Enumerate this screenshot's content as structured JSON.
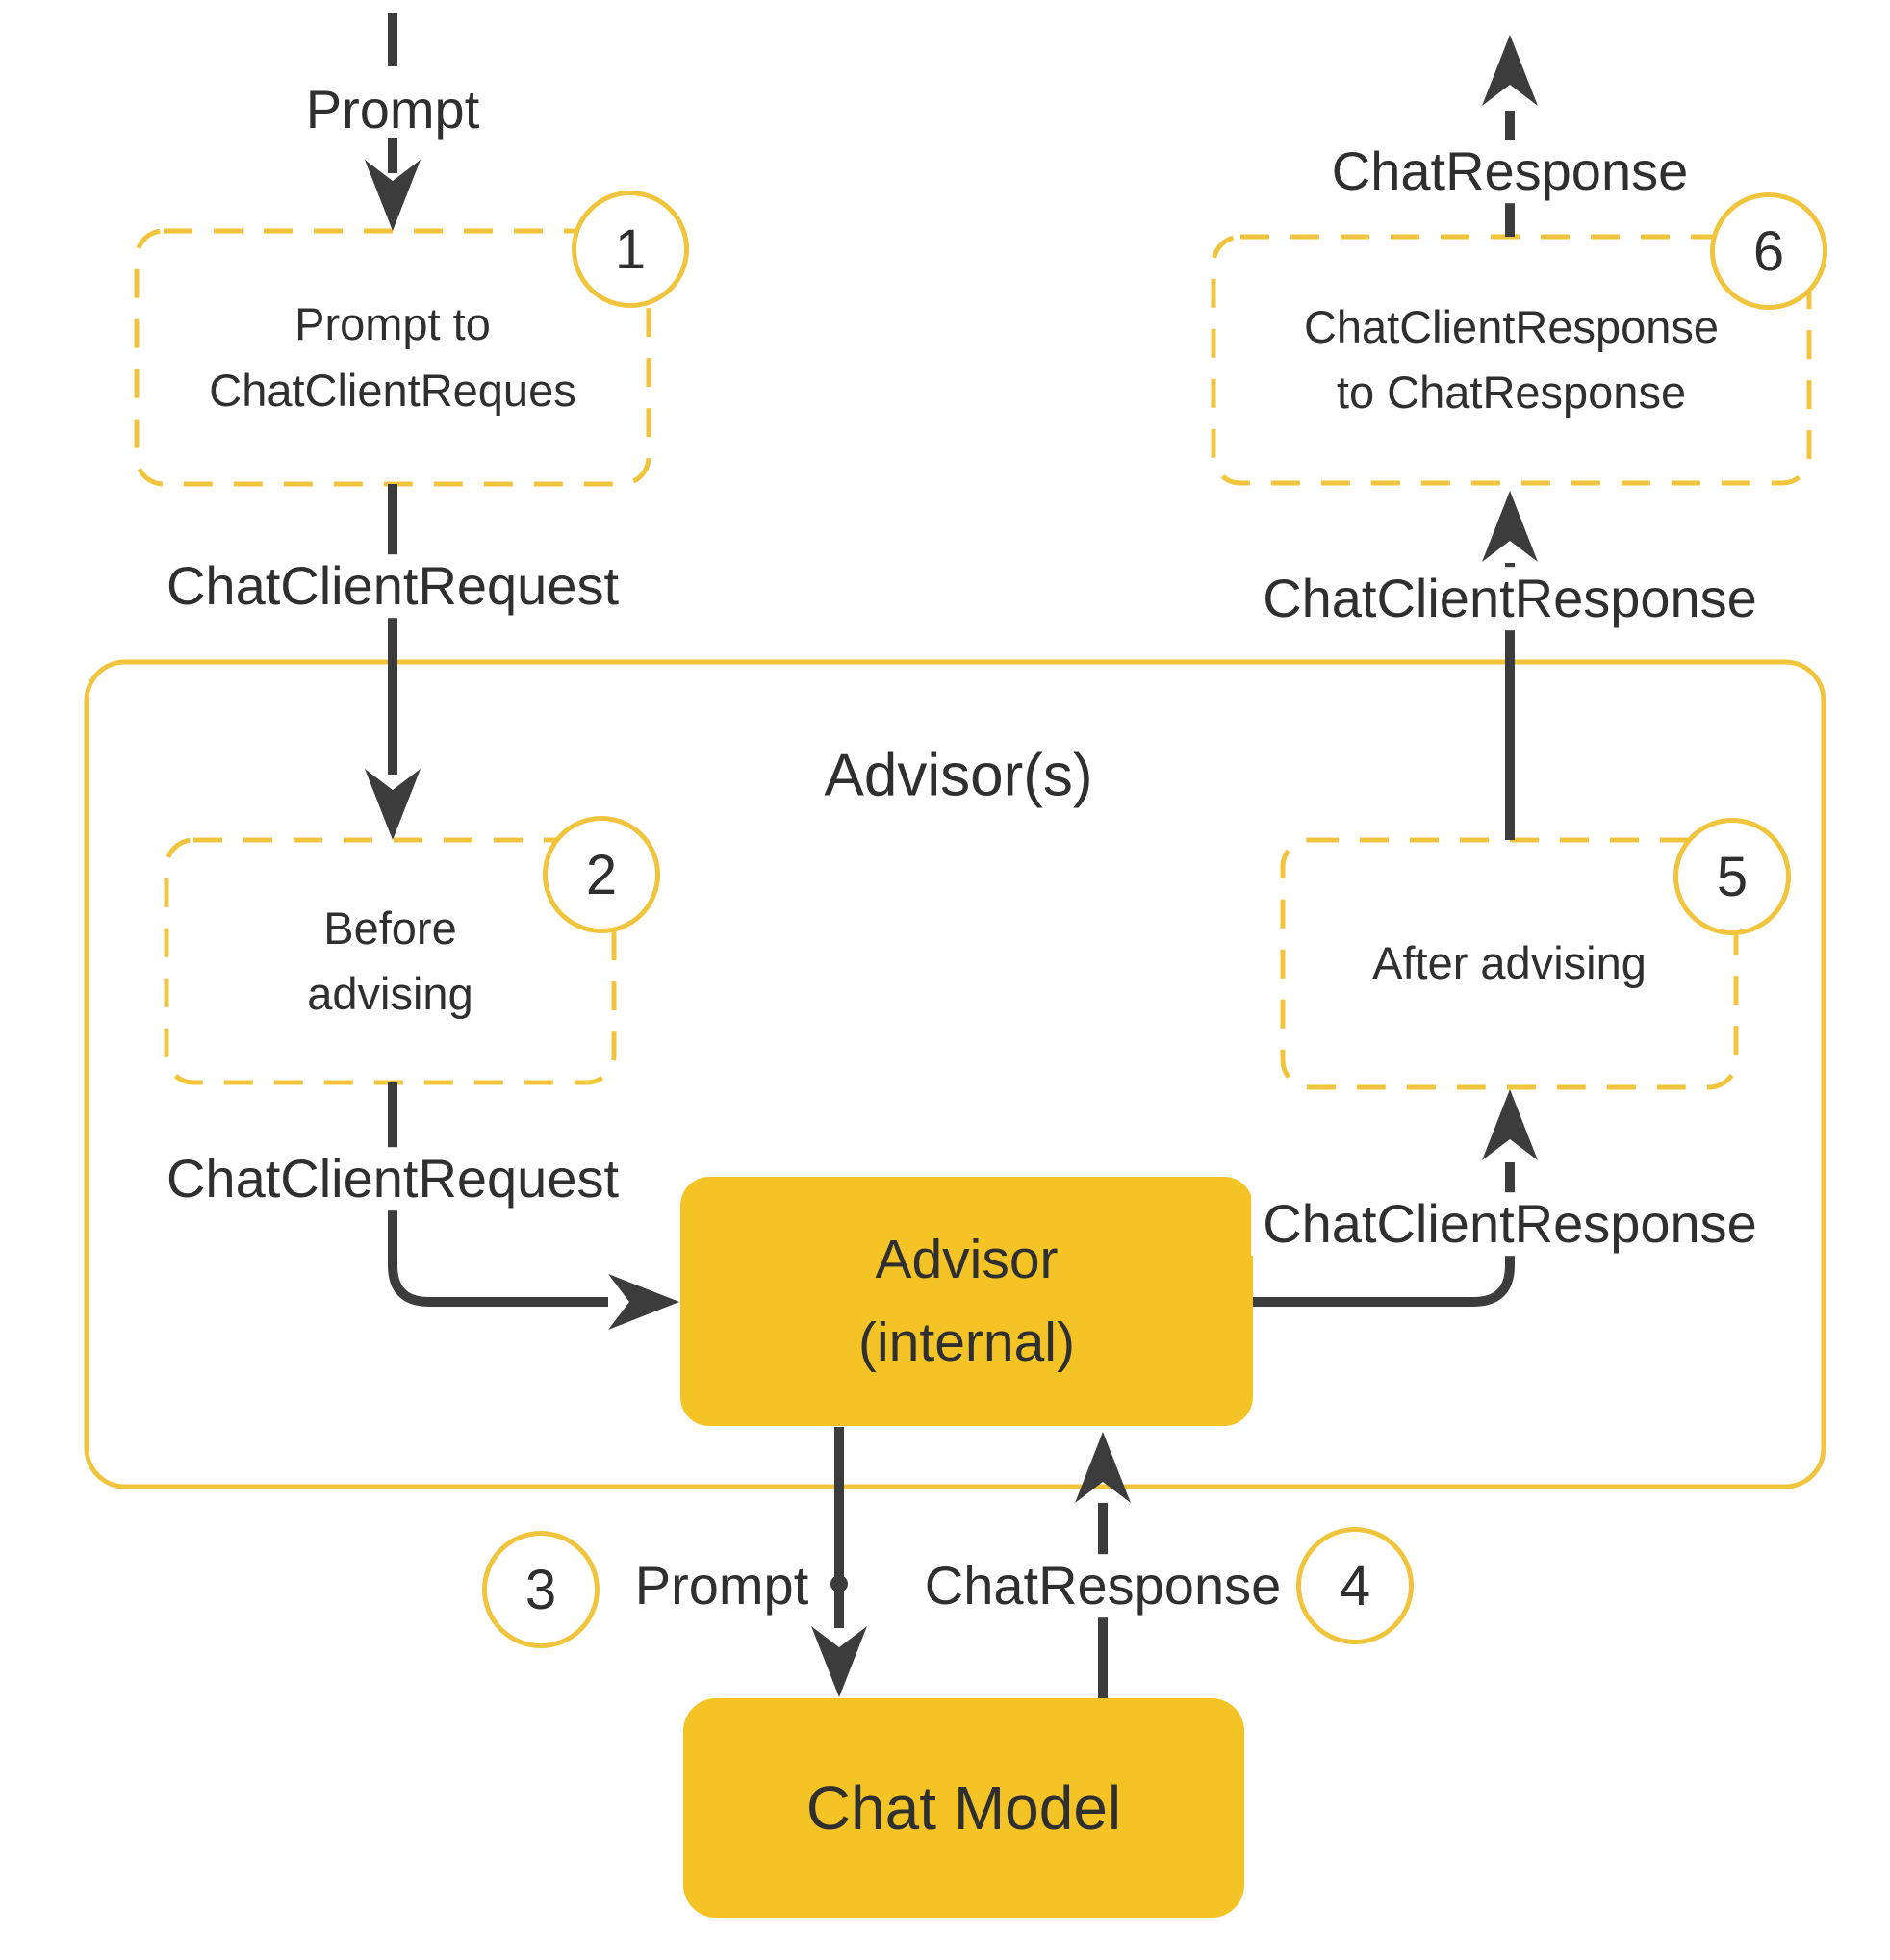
{
  "colors": {
    "yellow-stroke": "#F0C43C",
    "yellow-fill": "#F4C427",
    "arrow": "#3C3C3C",
    "text": "#2F2F2F"
  },
  "container": {
    "title": "Advisor(s)"
  },
  "nodes": {
    "step1": {
      "badge": "1",
      "line1": "Prompt to",
      "line2": "ChatClientReques"
    },
    "step2": {
      "badge": "2",
      "line1": "Before",
      "line2": "advising"
    },
    "step5": {
      "badge": "5",
      "label": "After advising"
    },
    "step6": {
      "badge": "6",
      "line1": "ChatClientResponse",
      "line2": "to ChatResponse"
    },
    "advisor_internal": {
      "line1": "Advisor",
      "line2": "(internal)"
    },
    "chat_model": {
      "label": "Chat Model"
    }
  },
  "badges": {
    "step3": "3",
    "step4": "4"
  },
  "labels": {
    "prompt_top": "Prompt",
    "chat_client_request_outer": "ChatClientRequest",
    "chat_client_request_inner": "ChatClientRequest",
    "chat_client_response_inner": "ChatClientResponse",
    "chat_client_response_outer": "ChatClientResponse",
    "chat_response_top": "ChatResponse",
    "prompt_bottom": "Prompt",
    "chat_response_bottom": "ChatResponse"
  }
}
